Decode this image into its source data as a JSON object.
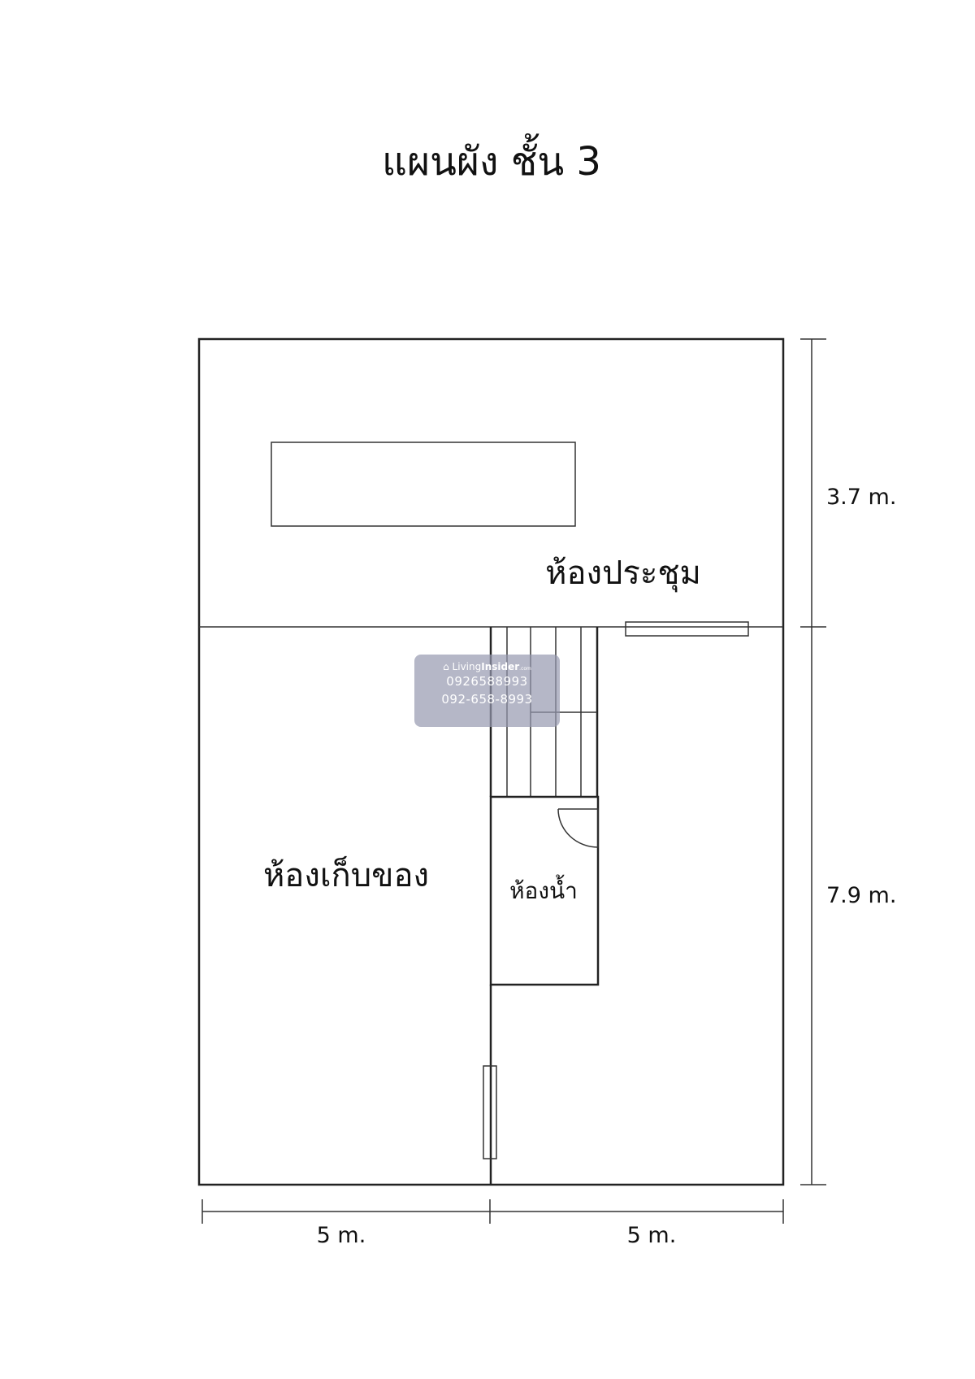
{
  "title": "แผนผัง ชั้น 3",
  "rooms": {
    "meeting": "ห้องประชุม",
    "storage": "ห้องเก็บของ",
    "bathroom": "ห้องน้ำ"
  },
  "dimensions": {
    "right_top": "3.7 m.",
    "right_bottom": "7.9 m.",
    "bottom_left": "5 m.",
    "bottom_right": "5 m."
  },
  "watermark": {
    "brand_light": "Living",
    "brand_bold": "Insider",
    "brand_suffix": ".com",
    "phone1": "0926588993",
    "phone2": "092-658-8993"
  }
}
